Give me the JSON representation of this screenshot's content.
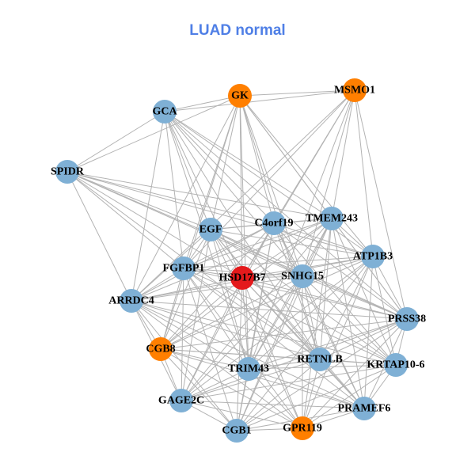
{
  "title": "LUAD normal",
  "colors": {
    "title": "#4f7fe6",
    "edge": "#b3b3b3",
    "blue": "#7fb0d5",
    "orange": "#ff7f00",
    "red": "#e41a1c"
  },
  "nodes": [
    {
      "id": "GK",
      "label": "GK",
      "color": "orange"
    },
    {
      "id": "GCA",
      "label": "GCA",
      "color": "blue"
    },
    {
      "id": "MSMO1",
      "label": "MSMO1",
      "color": "orange"
    },
    {
      "id": "SPIDR",
      "label": "SPIDR",
      "color": "blue"
    },
    {
      "id": "EGF",
      "label": "EGF",
      "color": "blue"
    },
    {
      "id": "C4orf19",
      "label": "C4orf19",
      "color": "blue"
    },
    {
      "id": "TMEM243",
      "label": "TMEM243",
      "color": "blue"
    },
    {
      "id": "ATP1B3",
      "label": "ATP1B3",
      "color": "blue"
    },
    {
      "id": "FGFBP1",
      "label": "FGFBP1",
      "color": "blue"
    },
    {
      "id": "HSD17B7",
      "label": "HSD17B7",
      "color": "red"
    },
    {
      "id": "SNHG15",
      "label": "SNHG15",
      "color": "blue"
    },
    {
      "id": "ARRDC4",
      "label": "ARRDC4",
      "color": "blue"
    },
    {
      "id": "PRSS38",
      "label": "PRSS38",
      "color": "blue"
    },
    {
      "id": "CGB8",
      "label": "CGB8",
      "color": "orange"
    },
    {
      "id": "RETNLB",
      "label": "RETNLB",
      "color": "blue"
    },
    {
      "id": "TRIM43",
      "label": "TRIM43",
      "color": "blue"
    },
    {
      "id": "KRTAP10-6",
      "label": "KRTAP10-6",
      "color": "blue"
    },
    {
      "id": "GAGE2C",
      "label": "GAGE2C",
      "color": "blue"
    },
    {
      "id": "PRAMEF6",
      "label": "PRAMEF6",
      "color": "blue"
    },
    {
      "id": "CGB1",
      "label": "CGB1",
      "color": "blue"
    },
    {
      "id": "GPR119",
      "label": "GPR119",
      "color": "orange"
    }
  ],
  "edges": [
    [
      "GK",
      "GCA"
    ],
    [
      "GK",
      "MSMO1"
    ],
    [
      "GK",
      "SPIDR"
    ],
    [
      "GK",
      "EGF"
    ],
    [
      "GK",
      "C4orf19"
    ],
    [
      "GK",
      "TMEM243"
    ],
    [
      "GK",
      "FGFBP1"
    ],
    [
      "GK",
      "HSD17B7"
    ],
    [
      "GK",
      "SNHG15"
    ],
    [
      "GK",
      "ARRDC4"
    ],
    [
      "GK",
      "ATP1B3"
    ],
    [
      "GK",
      "TRIM43"
    ],
    [
      "GK",
      "RETNLB"
    ],
    [
      "GK",
      "PRSS38"
    ],
    [
      "GK",
      "CGB8"
    ],
    [
      "GCA",
      "MSMO1"
    ],
    [
      "GCA",
      "SPIDR"
    ],
    [
      "GCA",
      "EGF"
    ],
    [
      "GCA",
      "C4orf19"
    ],
    [
      "GCA",
      "TMEM243"
    ],
    [
      "GCA",
      "FGFBP1"
    ],
    [
      "GCA",
      "HSD17B7"
    ],
    [
      "GCA",
      "SNHG15"
    ],
    [
      "GCA",
      "ATP1B3"
    ],
    [
      "GCA",
      "RETNLB"
    ],
    [
      "GCA",
      "ARRDC4"
    ],
    [
      "GCA",
      "TRIM43"
    ],
    [
      "GCA",
      "PRSS38"
    ],
    [
      "MSMO1",
      "C4orf19"
    ],
    [
      "MSMO1",
      "TMEM243"
    ],
    [
      "MSMO1",
      "ATP1B3"
    ],
    [
      "MSMO1",
      "FGFBP1"
    ],
    [
      "MSMO1",
      "HSD17B7"
    ],
    [
      "MSMO1",
      "SNHG15"
    ],
    [
      "MSMO1",
      "ARRDC4"
    ],
    [
      "MSMO1",
      "PRSS38"
    ],
    [
      "MSMO1",
      "TRIM43"
    ],
    [
      "SPIDR",
      "EGF"
    ],
    [
      "SPIDR",
      "C4orf19"
    ],
    [
      "SPIDR",
      "TMEM243"
    ],
    [
      "SPIDR",
      "ATP1B3"
    ],
    [
      "SPIDR",
      "FGFBP1"
    ],
    [
      "SPIDR",
      "HSD17B7"
    ],
    [
      "SPIDR",
      "SNHG15"
    ],
    [
      "SPIDR",
      "ARRDC4"
    ],
    [
      "SPIDR",
      "PRSS38"
    ],
    [
      "SPIDR",
      "RETNLB"
    ],
    [
      "EGF",
      "C4orf19"
    ],
    [
      "EGF",
      "TMEM243"
    ],
    [
      "EGF",
      "FGFBP1"
    ],
    [
      "EGF",
      "HSD17B7"
    ],
    [
      "EGF",
      "SNHG15"
    ],
    [
      "EGF",
      "ARRDC4"
    ],
    [
      "EGF",
      "CGB8"
    ],
    [
      "EGF",
      "RETNLB"
    ],
    [
      "EGF",
      "TRIM43"
    ],
    [
      "EGF",
      "PRSS38"
    ],
    [
      "EGF",
      "KRTAP10-6"
    ],
    [
      "EGF",
      "GAGE2C"
    ],
    [
      "EGF",
      "PRAMEF6"
    ],
    [
      "EGF",
      "GPR119"
    ],
    [
      "EGF",
      "ATP1B3"
    ],
    [
      "C4orf19",
      "TMEM243"
    ],
    [
      "C4orf19",
      "FGFBP1"
    ],
    [
      "C4orf19",
      "HSD17B7"
    ],
    [
      "C4orf19",
      "SNHG15"
    ],
    [
      "C4orf19",
      "ARRDC4"
    ],
    [
      "C4orf19",
      "CGB8"
    ],
    [
      "C4orf19",
      "TRIM43"
    ],
    [
      "C4orf19",
      "RETNLB"
    ],
    [
      "C4orf19",
      "PRSS38"
    ],
    [
      "C4orf19",
      "KRTAP10-6"
    ],
    [
      "C4orf19",
      "GAGE2C"
    ],
    [
      "C4orf19",
      "CGB1"
    ],
    [
      "C4orf19",
      "PRAMEF6"
    ],
    [
      "C4orf19",
      "ATP1B3"
    ],
    [
      "TMEM243",
      "ATP1B3"
    ],
    [
      "TMEM243",
      "FGFBP1"
    ],
    [
      "TMEM243",
      "HSD17B7"
    ],
    [
      "TMEM243",
      "SNHG15"
    ],
    [
      "TMEM243",
      "ARRDC4"
    ],
    [
      "TMEM243",
      "CGB8"
    ],
    [
      "TMEM243",
      "TRIM43"
    ],
    [
      "TMEM243",
      "RETNLB"
    ],
    [
      "TMEM243",
      "PRSS38"
    ],
    [
      "TMEM243",
      "KRTAP10-6"
    ],
    [
      "TMEM243",
      "GAGE2C"
    ],
    [
      "TMEM243",
      "CGB1"
    ],
    [
      "TMEM243",
      "GPR119"
    ],
    [
      "TMEM243",
      "PRAMEF6"
    ],
    [
      "ATP1B3",
      "FGFBP1"
    ],
    [
      "ATP1B3",
      "HSD17B7"
    ],
    [
      "ATP1B3",
      "SNHG15"
    ],
    [
      "ATP1B3",
      "ARRDC4"
    ],
    [
      "ATP1B3",
      "CGB8"
    ],
    [
      "ATP1B3",
      "TRIM43"
    ],
    [
      "ATP1B3",
      "RETNLB"
    ],
    [
      "ATP1B3",
      "PRSS38"
    ],
    [
      "ATP1B3",
      "KRTAP10-6"
    ],
    [
      "ATP1B3",
      "GAGE2C"
    ],
    [
      "ATP1B3",
      "CGB1"
    ],
    [
      "ATP1B3",
      "GPR119"
    ],
    [
      "ATP1B3",
      "PRAMEF6"
    ],
    [
      "FGFBP1",
      "HSD17B7"
    ],
    [
      "FGFBP1",
      "SNHG15"
    ],
    [
      "FGFBP1",
      "ARRDC4"
    ],
    [
      "FGFBP1",
      "CGB8"
    ],
    [
      "FGFBP1",
      "TRIM43"
    ],
    [
      "FGFBP1",
      "RETNLB"
    ],
    [
      "FGFBP1",
      "PRSS38"
    ],
    [
      "FGFBP1",
      "KRTAP10-6"
    ],
    [
      "FGFBP1",
      "GAGE2C"
    ],
    [
      "FGFBP1",
      "CGB1"
    ],
    [
      "FGFBP1",
      "GPR119"
    ],
    [
      "FGFBP1",
      "PRAMEF6"
    ],
    [
      "HSD17B7",
      "SNHG15"
    ],
    [
      "HSD17B7",
      "ARRDC4"
    ],
    [
      "HSD17B7",
      "CGB8"
    ],
    [
      "HSD17B7",
      "TRIM43"
    ],
    [
      "HSD17B7",
      "RETNLB"
    ],
    [
      "HSD17B7",
      "PRSS38"
    ],
    [
      "HSD17B7",
      "KRTAP10-6"
    ],
    [
      "HSD17B7",
      "GAGE2C"
    ],
    [
      "HSD17B7",
      "CGB1"
    ],
    [
      "HSD17B7",
      "GPR119"
    ],
    [
      "HSD17B7",
      "PRAMEF6"
    ],
    [
      "SNHG15",
      "ARRDC4"
    ],
    [
      "SNHG15",
      "CGB8"
    ],
    [
      "SNHG15",
      "TRIM43"
    ],
    [
      "SNHG15",
      "RETNLB"
    ],
    [
      "SNHG15",
      "PRSS38"
    ],
    [
      "SNHG15",
      "KRTAP10-6"
    ],
    [
      "SNHG15",
      "GAGE2C"
    ],
    [
      "SNHG15",
      "CGB1"
    ],
    [
      "SNHG15",
      "GPR119"
    ],
    [
      "SNHG15",
      "PRAMEF6"
    ],
    [
      "ARRDC4",
      "CGB8"
    ],
    [
      "ARRDC4",
      "TRIM43"
    ],
    [
      "ARRDC4",
      "RETNLB"
    ],
    [
      "ARRDC4",
      "PRSS38"
    ],
    [
      "ARRDC4",
      "KRTAP10-6"
    ],
    [
      "ARRDC4",
      "GAGE2C"
    ],
    [
      "ARRDC4",
      "CGB1"
    ],
    [
      "ARRDC4",
      "GPR119"
    ],
    [
      "ARRDC4",
      "PRAMEF6"
    ],
    [
      "PRSS38",
      "CGB8"
    ],
    [
      "PRSS38",
      "TRIM43"
    ],
    [
      "PRSS38",
      "RETNLB"
    ],
    [
      "PRSS38",
      "KRTAP10-6"
    ],
    [
      "PRSS38",
      "GAGE2C"
    ],
    [
      "PRSS38",
      "CGB1"
    ],
    [
      "PRSS38",
      "GPR119"
    ],
    [
      "PRSS38",
      "PRAMEF6"
    ],
    [
      "CGB8",
      "TRIM43"
    ],
    [
      "CGB8",
      "RETNLB"
    ],
    [
      "CGB8",
      "KRTAP10-6"
    ],
    [
      "CGB8",
      "GAGE2C"
    ],
    [
      "CGB8",
      "CGB1"
    ],
    [
      "CGB8",
      "GPR119"
    ],
    [
      "CGB8",
      "PRAMEF6"
    ],
    [
      "RETNLB",
      "TRIM43"
    ],
    [
      "RETNLB",
      "KRTAP10-6"
    ],
    [
      "RETNLB",
      "GAGE2C"
    ],
    [
      "RETNLB",
      "CGB1"
    ],
    [
      "RETNLB",
      "GPR119"
    ],
    [
      "RETNLB",
      "PRAMEF6"
    ],
    [
      "TRIM43",
      "KRTAP10-6"
    ],
    [
      "TRIM43",
      "GAGE2C"
    ],
    [
      "TRIM43",
      "CGB1"
    ],
    [
      "TRIM43",
      "GPR119"
    ],
    [
      "TRIM43",
      "PRAMEF6"
    ],
    [
      "KRTAP10-6",
      "GAGE2C"
    ],
    [
      "KRTAP10-6",
      "CGB1"
    ],
    [
      "KRTAP10-6",
      "GPR119"
    ],
    [
      "KRTAP10-6",
      "PRAMEF6"
    ],
    [
      "GAGE2C",
      "CGB1"
    ],
    [
      "GAGE2C",
      "GPR119"
    ],
    [
      "GAGE2C",
      "PRAMEF6"
    ],
    [
      "PRAMEF6",
      "CGB1"
    ],
    [
      "PRAMEF6",
      "GPR119"
    ],
    [
      "CGB1",
      "GPR119"
    ]
  ]
}
